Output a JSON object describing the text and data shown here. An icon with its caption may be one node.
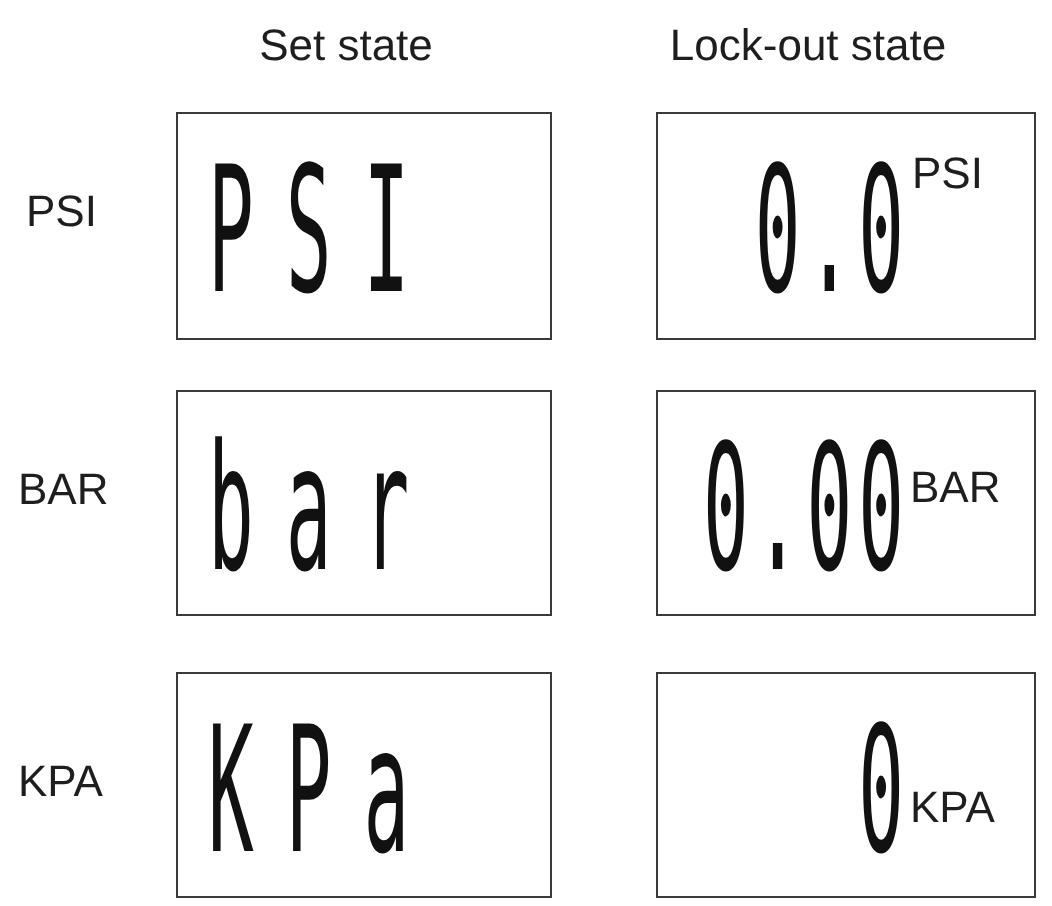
{
  "diagram": {
    "nodes": [
      {
        "text": [
          "PSI"
        ]
      },
      {
        "text": [
          "0.0",
          "PSI"
        ]
      },
      {
        "text": [
          "bar"
        ]
      },
      {
        "text": [
          "0.00",
          "BAR"
        ]
      },
      {
        "text": [
          "KPa"
        ]
      },
      {
        "text": [
          "0",
          "KPA"
        ]
      }
    ],
    "labels": [
      "Set state",
      "Lock-out state",
      "PSI",
      "BAR",
      "KPA"
    ]
  }
}
